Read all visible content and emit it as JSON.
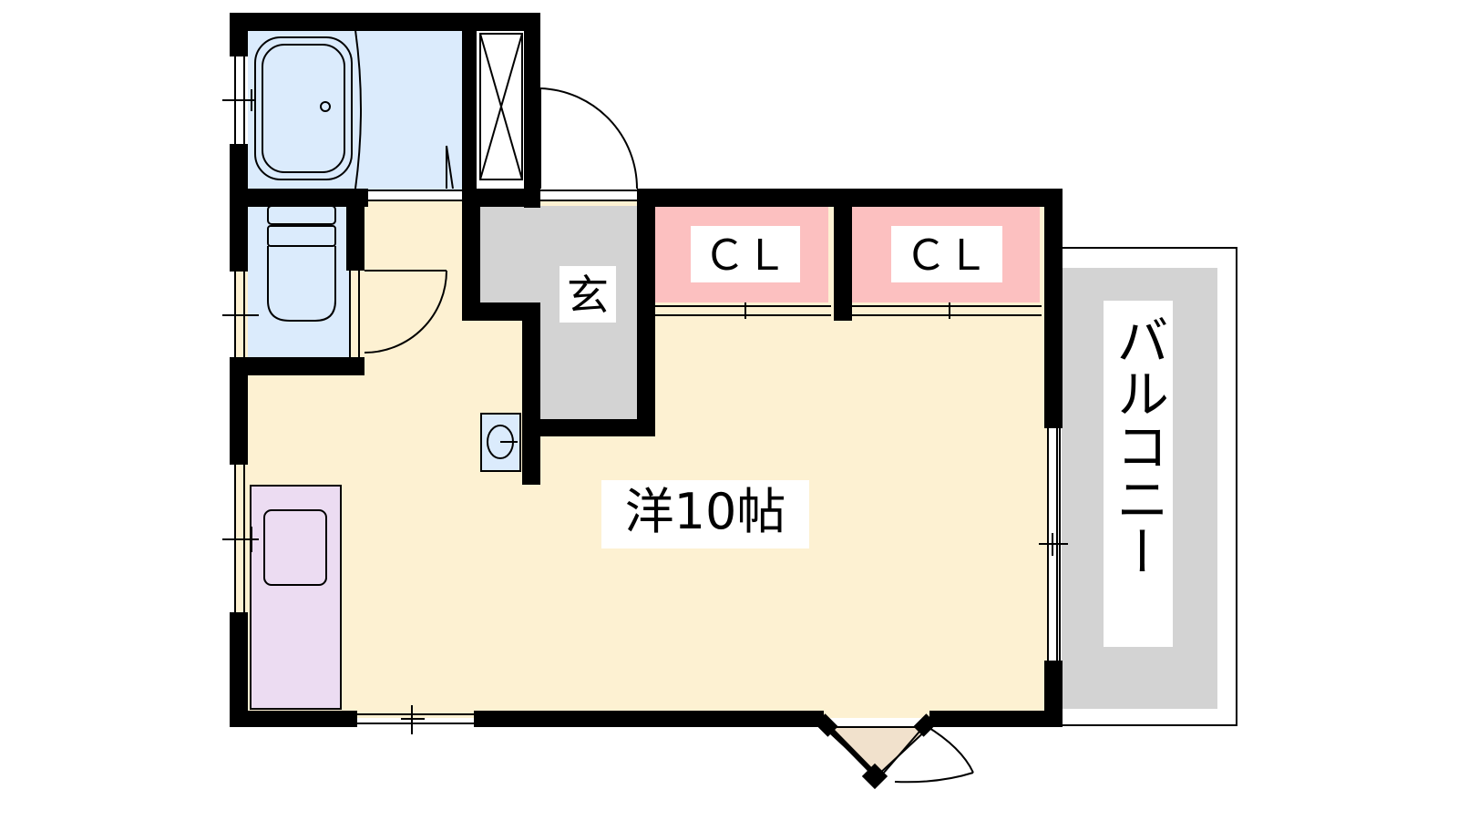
{
  "rooms": {
    "main_room": {
      "label": "洋10帖",
      "fill": "#fdf1d2"
    },
    "entrance": {
      "label": "玄",
      "fill": "#d3d3d3"
    },
    "closet_left": {
      "label": "ＣＬ",
      "fill": "#fcc0c0"
    },
    "closet_right": {
      "label": "ＣＬ",
      "fill": "#fcc0c0"
    },
    "balcony": {
      "label": "バルコニー",
      "fill": "#d3d3d3"
    },
    "bathroom": {
      "fill": "#dbebfc"
    },
    "toilet": {
      "fill": "#dbebfc"
    },
    "kitchen": {
      "fill": "#ecdcf2"
    }
  },
  "colors": {
    "wall": "#000000",
    "background": "#ffffff"
  }
}
